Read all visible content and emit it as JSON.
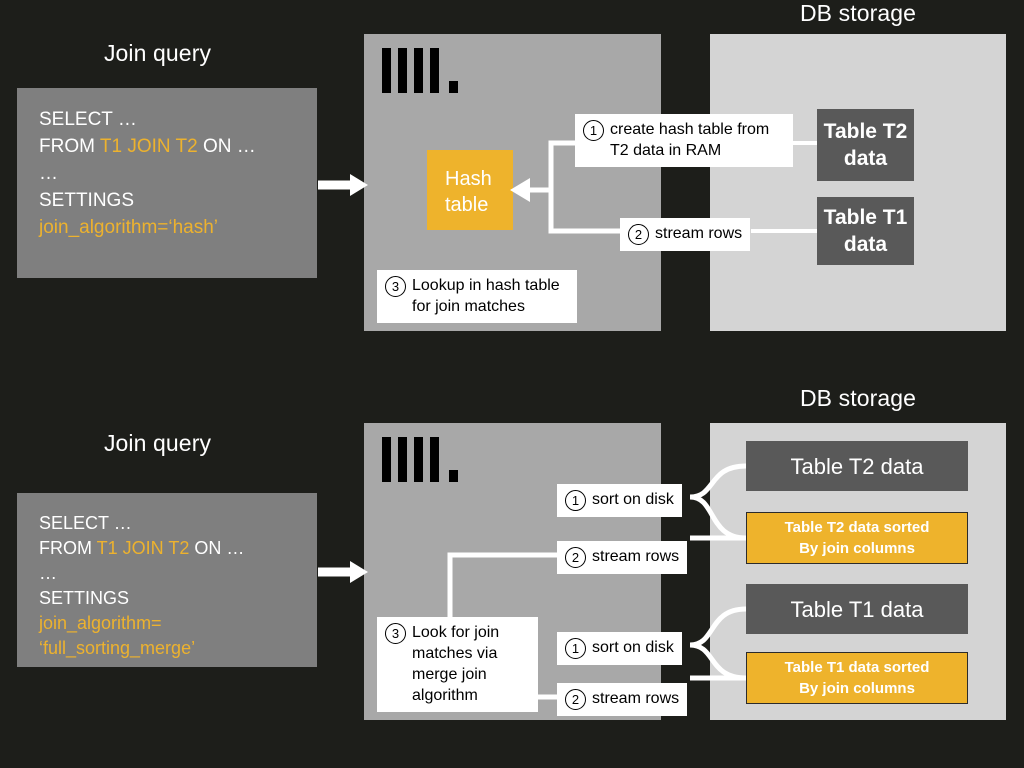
{
  "colors": {
    "background": "#1d1e1a",
    "query_box": "#7f7f7f",
    "server_panel": "#a8a8a8",
    "storage_panel": "#d4d4d4",
    "table_box": "#595959",
    "accent_yellow": "#eeb32c",
    "callout_bg": "#ffffff",
    "text_light": "#ffffff"
  },
  "hash_section": {
    "query_title": "Join query",
    "storage_title": "DB storage",
    "query": {
      "line1": "SELECT …",
      "line2_prefix": "FROM ",
      "line2_tables": "T1 JOIN T2",
      "line2_suffix": " ON …",
      "line3": "…",
      "line4": "SETTINGS",
      "line5": "join_algorithm=‘hash’"
    },
    "hash_table_label_line1": "Hash",
    "hash_table_label_line2": "table",
    "tables": [
      {
        "name": "table-t2",
        "line1": "Table T2",
        "line2": "data"
      },
      {
        "name": "table-t1",
        "line1": "Table T1",
        "line2": "data"
      }
    ],
    "callouts": [
      {
        "name": "create-hash-table",
        "step": "1",
        "text": "create hash table from T2 data in RAM"
      },
      {
        "name": "stream-rows",
        "step": "2",
        "text": "stream rows"
      },
      {
        "name": "lookup-hash-table",
        "step": "3",
        "text": "Lookup in hash table for join matches"
      }
    ]
  },
  "merge_section": {
    "query_title": "Join query",
    "storage_title": "DB storage",
    "query": {
      "line1": "SELECT …",
      "line2_prefix": "FROM ",
      "line2_tables": "T1 JOIN T2",
      "line2_suffix": " ON …",
      "line3": "…",
      "line4": "SETTINGS",
      "line5": "join_algorithm=",
      "line6": "‘full_sorting_merge’"
    },
    "tables": [
      {
        "name": "table-t2-data",
        "label": "Table T2 data"
      },
      {
        "name": "table-t2-sorted",
        "line1": "Table T2 data sorted",
        "line2": "By join columns"
      },
      {
        "name": "table-t1-data",
        "label": "Table T1 data"
      },
      {
        "name": "table-t1-sorted",
        "line1": "Table T1 data sorted",
        "line2": "By join columns"
      }
    ],
    "callouts": [
      {
        "name": "sort-on-disk-t2",
        "step": "1",
        "text": "sort on disk"
      },
      {
        "name": "stream-rows-t2",
        "step": "2",
        "text": "stream rows"
      },
      {
        "name": "merge-join-lookup",
        "step": "3",
        "text": "Look for join matches via merge join algorithm"
      },
      {
        "name": "sort-on-disk-t1",
        "step": "1",
        "text": "sort on disk"
      },
      {
        "name": "stream-rows-t1",
        "step": "2",
        "text": "stream rows"
      }
    ]
  },
  "icons": {
    "clickhouse_logo": "clickhouse-logo-icon",
    "feed_arrow": "arrow-right-icon",
    "hash_feed_arrow": "arrow-left-icon"
  }
}
